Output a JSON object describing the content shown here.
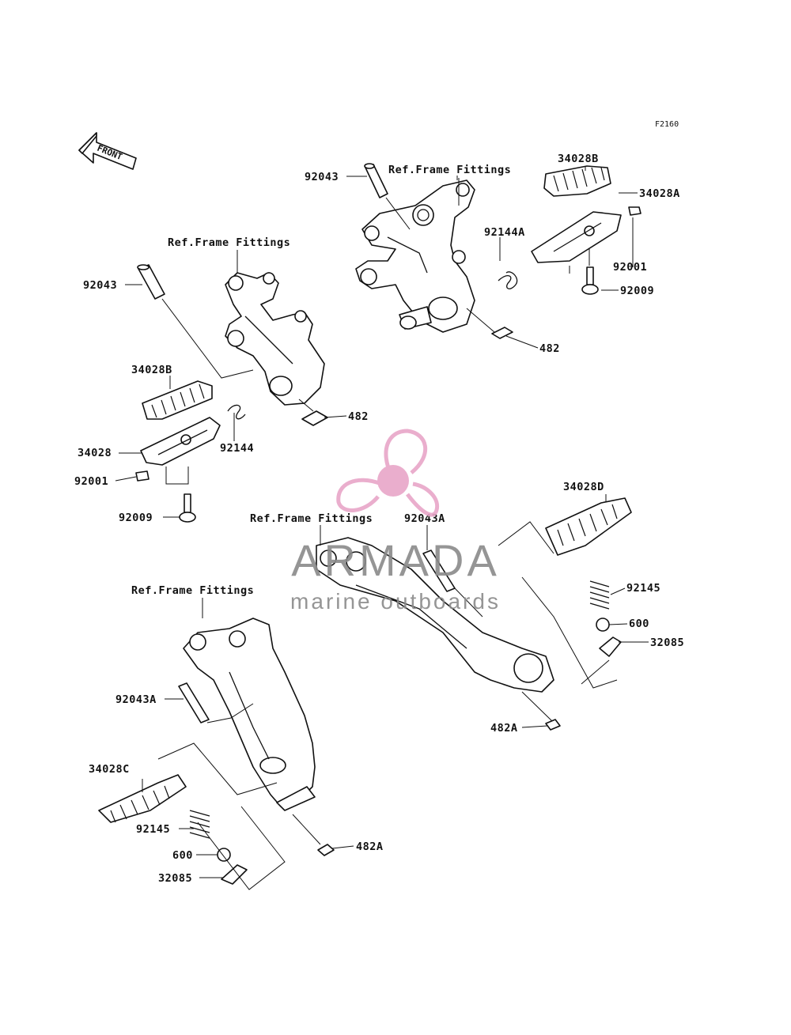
{
  "diagram": {
    "code": "F2160",
    "front_label": "FRONT",
    "labels": {
      "ref_top": "Ref.Frame Fittings",
      "ref_left": "Ref.Frame Fittings",
      "ref_mid": "Ref.Frame Fittings",
      "ref_bottom": "Ref.Frame Fittings",
      "p_92043_top": "92043",
      "p_92043_left": "92043",
      "p_34028B_top": "34028B",
      "p_34028A": "34028A",
      "p_92144A": "92144A",
      "p_92001_top": "92001",
      "p_92009_top": "92009",
      "p_482_top": "482",
      "p_34028B_left": "34028B",
      "p_482_left": "482",
      "p_34028": "34028",
      "p_92144": "92144",
      "p_92001_left": "92001",
      "p_92009_left": "92009",
      "p_92043A_mid": "92043A",
      "p_34028D": "34028D",
      "p_92145_right": "92145",
      "p_600_right": "600",
      "p_32085_right": "32085",
      "p_482A_mid": "482A",
      "p_92043A_bottom": "92043A",
      "p_34028C": "34028C",
      "p_92145_left": "92145",
      "p_600_left": "600",
      "p_32085_left": "32085",
      "p_482A_bottom": "482A"
    }
  },
  "watermark": {
    "brand": "ARMADA",
    "tagline": "marine outboards",
    "logo_color": "#e8a6c8",
    "text_color": "#8a8a8a"
  }
}
